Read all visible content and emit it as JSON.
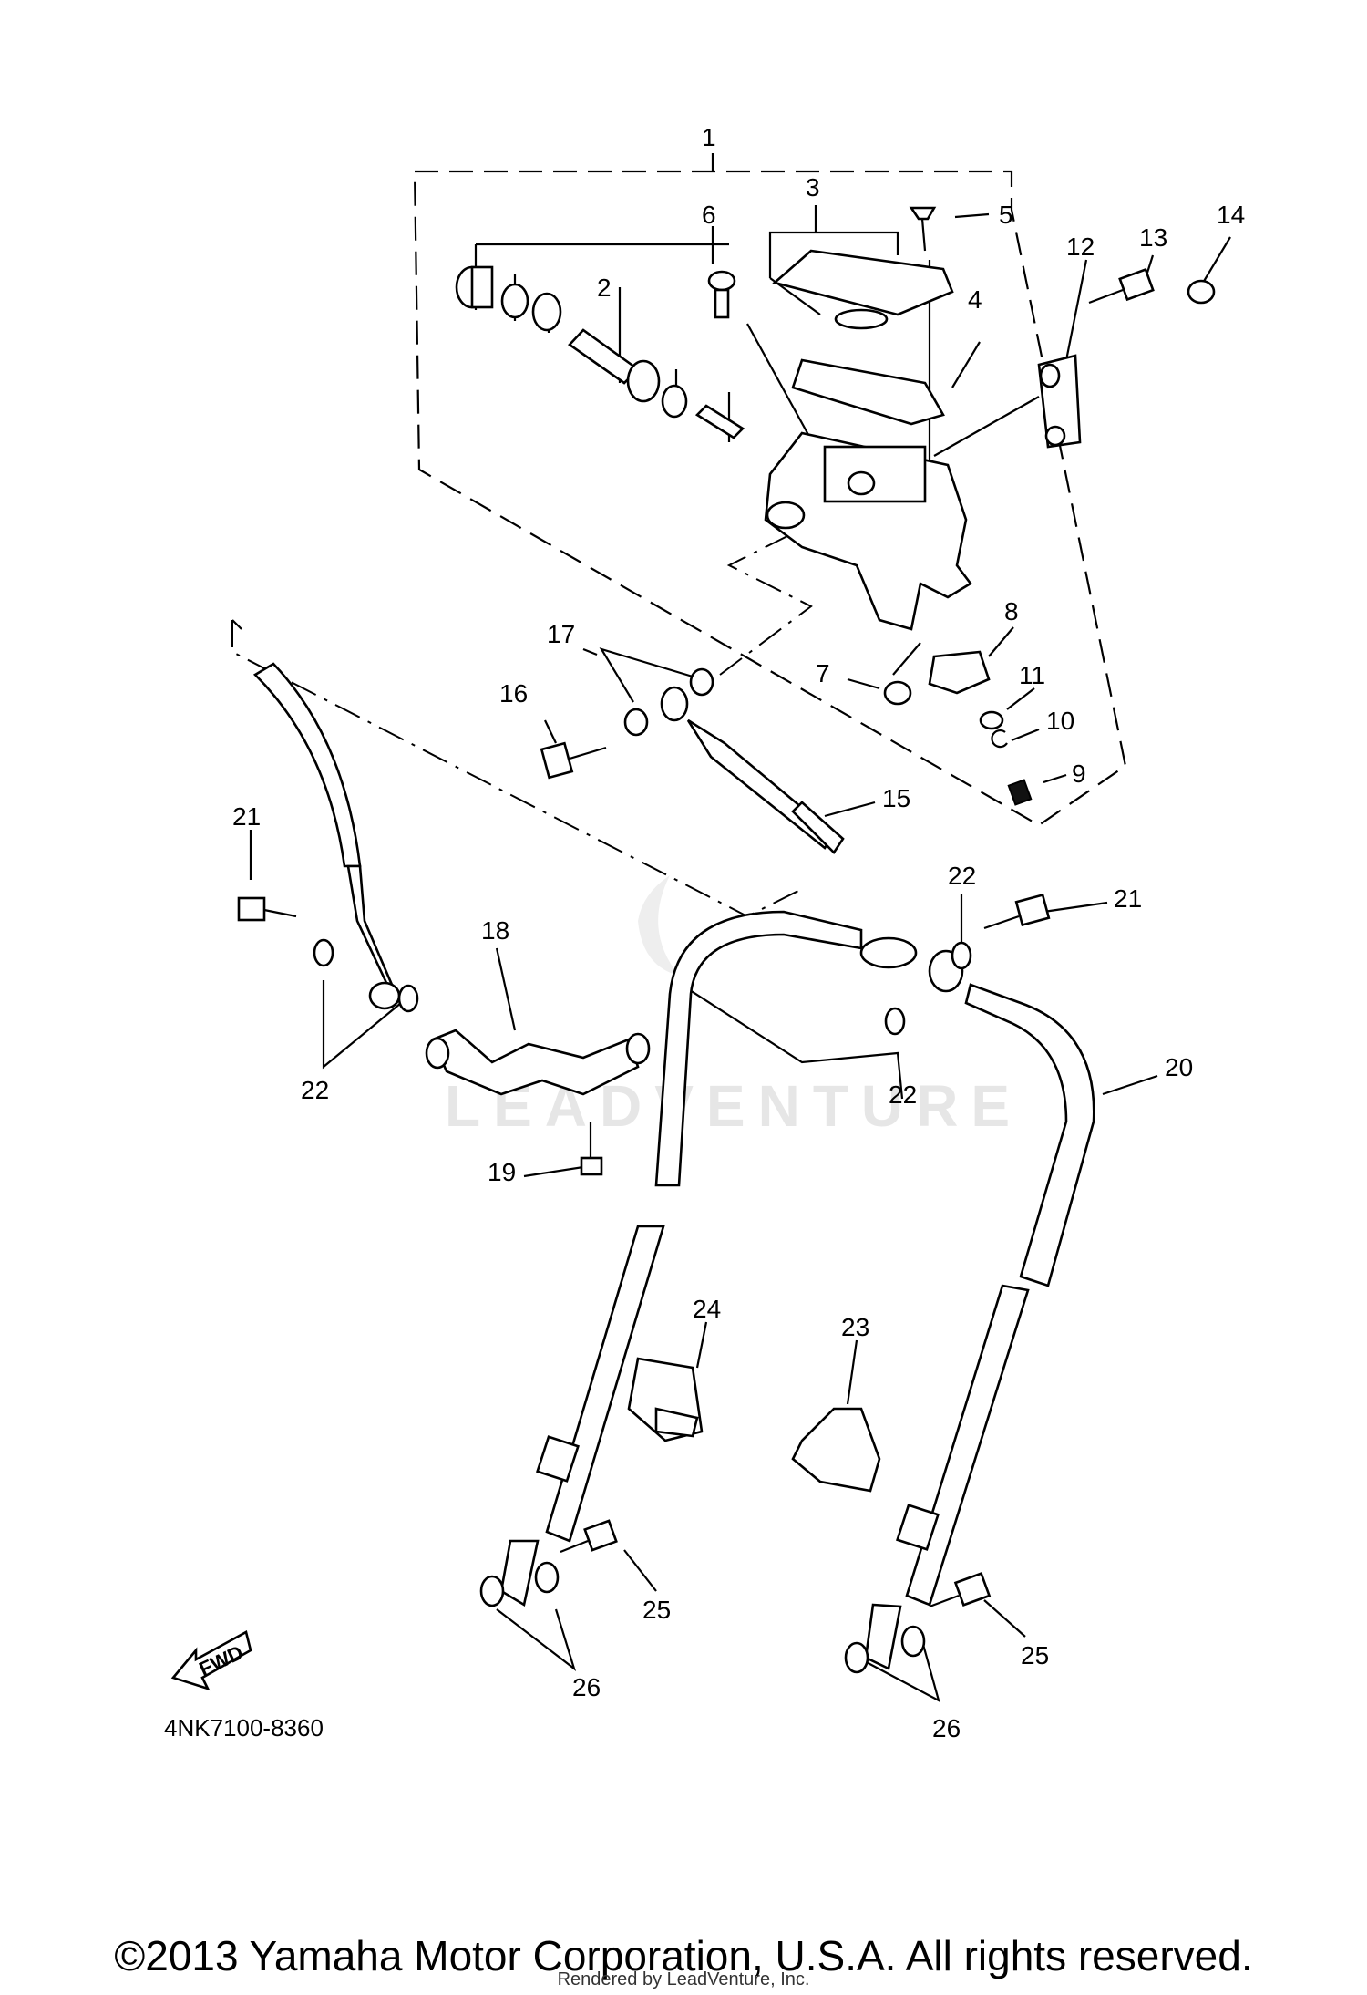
{
  "diagram": {
    "code": "4NK7100-8360",
    "watermark": "LEADVENTURE",
    "fwd_label": "FWD",
    "callouts": [
      "1",
      "2",
      "3",
      "4",
      "5",
      "6",
      "7",
      "8",
      "9",
      "10",
      "11",
      "12",
      "13",
      "14",
      "15",
      "16",
      "17",
      "18",
      "19",
      "20",
      "21",
      "21",
      "22",
      "22",
      "22",
      "23",
      "24",
      "25",
      "25",
      "26",
      "26"
    ]
  },
  "footer": {
    "copyright": "©2013 Yamaha Motor Corporation, U.S.A. All rights reserved.",
    "rendered_by": "Rendered by LeadVenture, Inc."
  }
}
